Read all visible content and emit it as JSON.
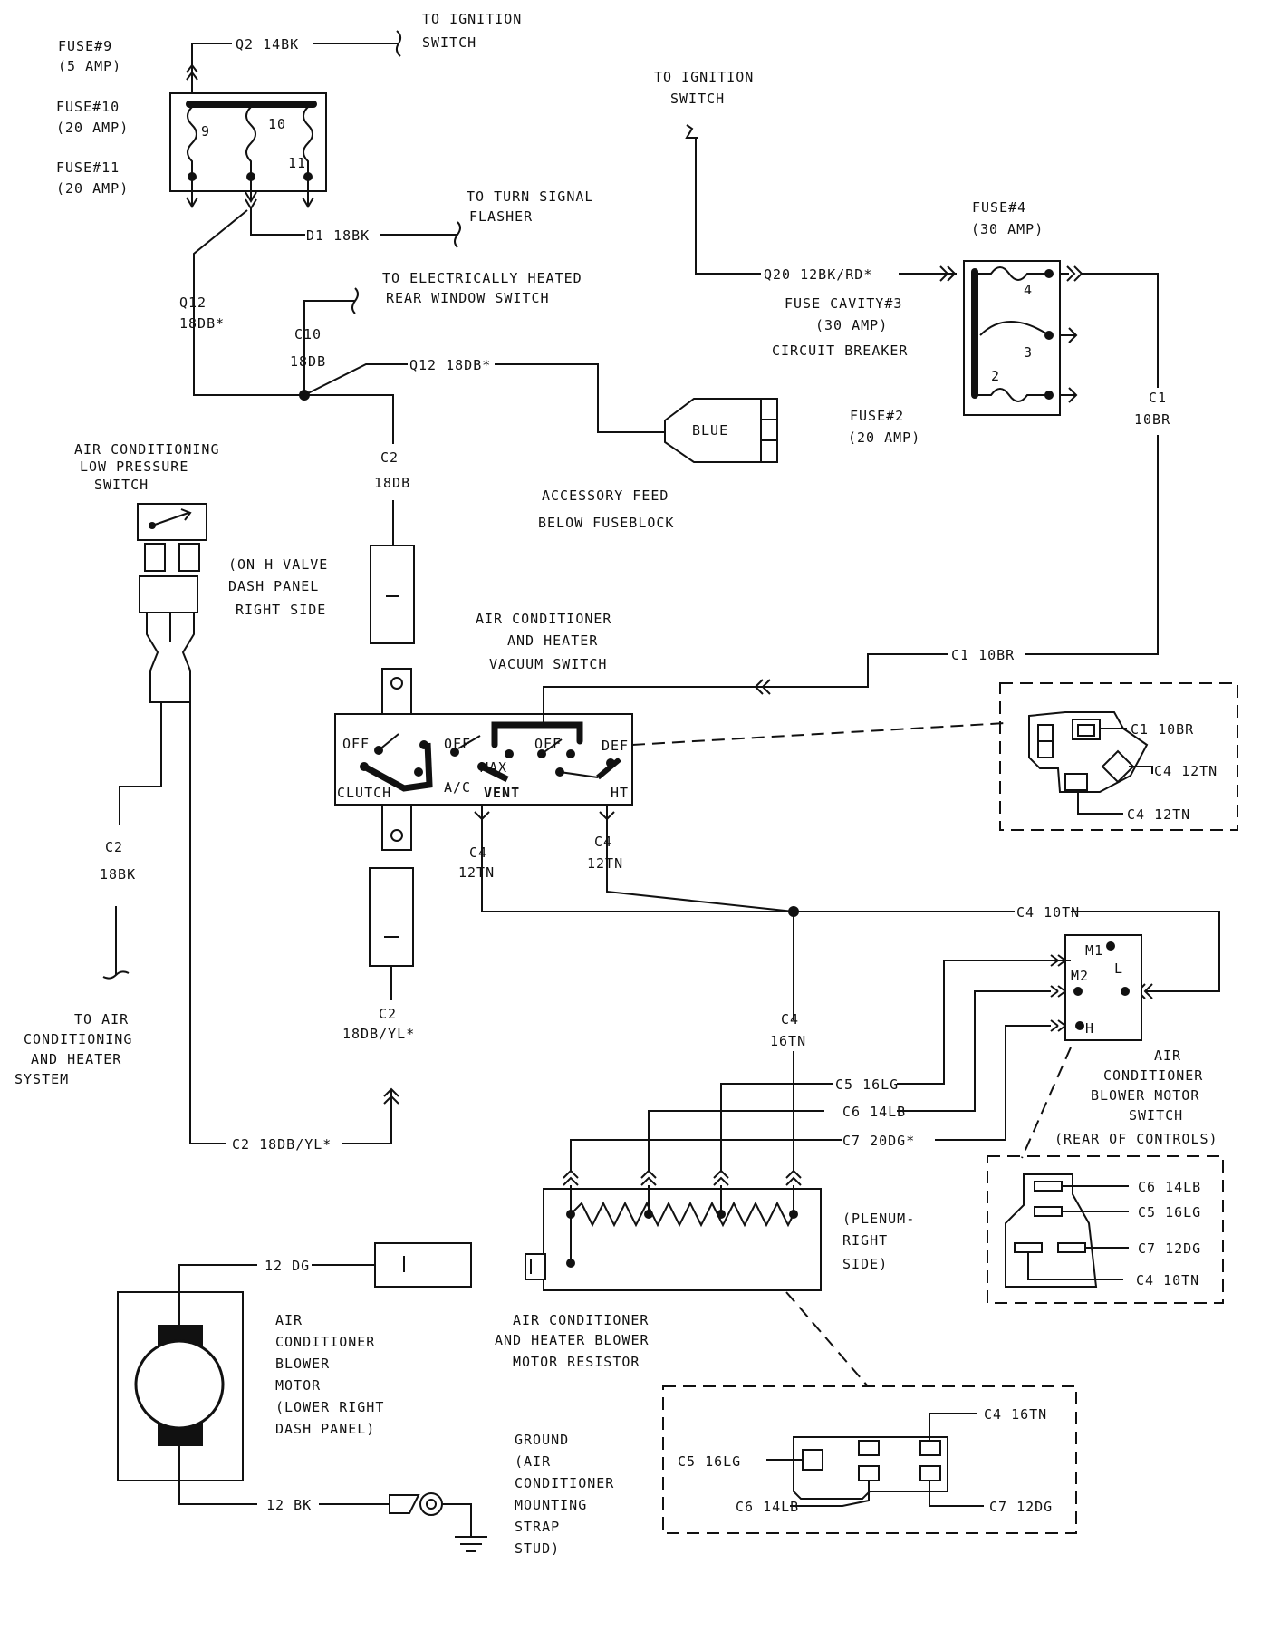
{
  "labels": {
    "fuse9": "FUSE#9",
    "fuse9_amp": "(5 AMP)",
    "fuse10": "FUSE#10",
    "fuse10_amp": "(20 AMP)",
    "fuse11": "FUSE#11",
    "fuse11_amp": "(20 AMP)",
    "fb_9": "9",
    "fb_10": "10",
    "fb_11": "11",
    "q2_wire": "Q2 14BK",
    "to_ign_1a": "TO IGNITION",
    "to_ign_1b": "SWITCH",
    "to_ign_2a": "TO IGNITION",
    "to_ign_2b": "SWITCH",
    "to_turn_a": "TO TURN SIGNAL",
    "to_turn_b": "FLASHER",
    "d1_wire": "D1 18BK",
    "q12_a": "Q12",
    "q12_b": "18DB*",
    "to_rear_a": "TO ELECTRICALLY HEATED",
    "to_rear_b": "REAR WINDOW SWITCH",
    "c10_a": "C10",
    "c10_b": "18DB",
    "q12_h": "Q12 18DB*",
    "blue": "BLUE",
    "acc_feed_a": "ACCESSORY FEED",
    "acc_feed_b": "BELOW FUSEBLOCK",
    "q20_wire": "Q20 12BK/RD*",
    "fuse4": "FUSE#4",
    "fuse4_amp": "(30 AMP)",
    "cav3_a": "FUSE CAVITY#3",
    "cav3_b": "(30 AMP)",
    "cav3_c": "CIRCUIT BREAKER",
    "fuse2": "FUSE#2",
    "fuse2_amp": "(20 AMP)",
    "cb_4": "4",
    "cb_3": "3",
    "cb_2": "2",
    "c1_v_a": "C1",
    "c1_v_b": "10BR",
    "aclp_a": "AIR CONDITIONING",
    "aclp_b": "LOW PRESSURE",
    "aclp_c": "SWITCH",
    "hvalve_a": "(ON H VALVE",
    "hvalve_b": "DASH PANEL",
    "hvalve_c": "RIGHT SIDE",
    "c2_top_a": "C2",
    "c2_top_b": "18DB",
    "vac_a": "AIR CONDITIONER",
    "vac_b": "AND HEATER",
    "vac_c": "VACUUM SWITCH",
    "c1_10br": "C1 10BR",
    "sw_off1": "OFF",
    "sw_off2": "OFF",
    "sw_off3": "OFF",
    "sw_def": "DEF",
    "sw_max": "MAX",
    "sw_clutch": "CLUTCH",
    "sw_ac": "A/C",
    "sw_vent": "VENT",
    "sw_ht": "HT",
    "vac_c1": "C1 10BR",
    "vac_c4a": "C4 12TN",
    "vac_c4b": "C4 12TN",
    "c2_left_a": "C2",
    "c2_left_b": "18BK",
    "to_ac_a": "TO AIR",
    "to_ac_b": "CONDITIONING",
    "to_ac_c": "AND HEATER",
    "to_ac_d": "SYSTEM",
    "c4_l_a": "C4",
    "c4_l_b": "12TN",
    "c4_r_a": "C4",
    "c4_r_b": "12TN",
    "c4_10tn": "C4 10TN",
    "c2_mid_a": "C2",
    "c2_mid_b": "18DB/YL*",
    "c2_bottom": "C2 18DB/YL*",
    "c4_16_a": "C4",
    "c4_16_b": "16TN",
    "c5_16lg": "C5 16LG",
    "c6_14lb": "C6 14LB",
    "c7_20dg": "C7 20DG*",
    "m1": "M1",
    "m2": "M2",
    "l_term": "L",
    "h_term": "H",
    "blsw_a": "AIR",
    "blsw_b": "CONDITIONER",
    "blsw_c": "BLOWER MOTOR",
    "blsw_d": "SWITCH",
    "rear_ctrl": "(REAR OF CONTROLS)",
    "rc_c6": "C6 14LB",
    "rc_c5": "C5 16LG",
    "rc_c7": "C7 12DG",
    "rc_c4": "C4 10TN",
    "plenum_a": "(PLENUM-",
    "plenum_b": "RIGHT",
    "plenum_c": "SIDE)",
    "res_a": "AIR CONDITIONER",
    "res_b": "AND HEATER BLOWER",
    "res_c": "MOTOR RESISTOR",
    "w12dg": "12 DG",
    "w12bk": "12 BK",
    "mot_a": "AIR",
    "mot_b": "CONDITIONER",
    "mot_c": "BLOWER",
    "mot_d": "MOTOR",
    "mot_e": "(LOWER RIGHT",
    "mot_f": "DASH PANEL)",
    "gnd_a": "GROUND",
    "gnd_b": "(AIR",
    "gnd_c": "CONDITIONER",
    "gnd_d": "MOUNTING",
    "gnd_e": "STRAP",
    "gnd_f": "STUD)",
    "rc2_c4": "C4 16TN",
    "rc2_c5": "C5 16LG",
    "rc2_c6": "C6 14LB",
    "rc2_c7": "C7 12DG"
  }
}
